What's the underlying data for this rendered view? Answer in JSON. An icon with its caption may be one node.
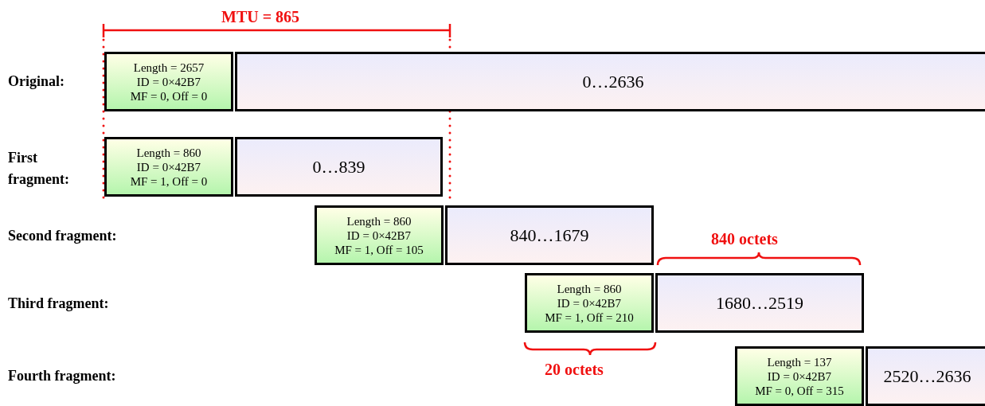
{
  "diagram": {
    "nodes": [
      {
        "text": [
          "Length = 2657",
          "ID = 0×42B7",
          "MF = 0, Off = 0"
        ]
      },
      {
        "text": [
          "0…2636"
        ]
      },
      {
        "text": [
          "Length = 860",
          "ID = 0×42B7",
          "MF = 1, Off = 0"
        ]
      },
      {
        "text": [
          "0…839"
        ]
      },
      {
        "text": [
          "Length = 860",
          "ID = 0×42B7",
          "MF = 1, Off = 105"
        ]
      },
      {
        "text": [
          "840…1679"
        ]
      },
      {
        "text": [
          "Length = 860",
          "ID = 0×42B7",
          "MF = 1, Off = 210"
        ]
      },
      {
        "text": [
          "1680…2519"
        ]
      },
      {
        "text": [
          "Length = 137",
          "ID = 0×42B7",
          "MF = 0, Off = 315"
        ]
      },
      {
        "text": [
          "2520…2636"
        ]
      }
    ],
    "edges": [],
    "labels": [
      "MTU = 865",
      "Original:",
      "First fragment:",
      "Second fragment:",
      "840 octets",
      "Third fragment:",
      "20 octets",
      "Fourth fragment:"
    ]
  }
}
